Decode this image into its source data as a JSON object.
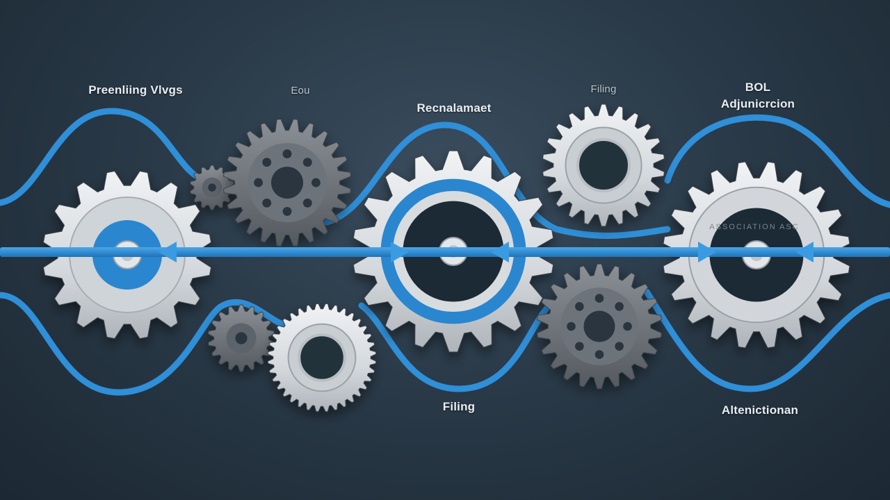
{
  "colors": {
    "background": "#26343f",
    "flow_blue": "#2f8fd8",
    "gear_light": "#d9dde0",
    "gear_dark": "#6c7279"
  },
  "labels": {
    "top_left": "Preenliing Vlvgs",
    "top_small_1": "Eou",
    "top_center": "Recnalamaet",
    "top_small_2": "Filing",
    "top_right_line1": "BOL",
    "top_right_line2": "Adjunicrcion",
    "bottom_center": "Filing",
    "bottom_right": "Altenictionan"
  },
  "gear_engraving": "ASSOCIATION ASC",
  "icons": {
    "gears": "gear-icon",
    "flow": "flow-arrow-icon"
  }
}
